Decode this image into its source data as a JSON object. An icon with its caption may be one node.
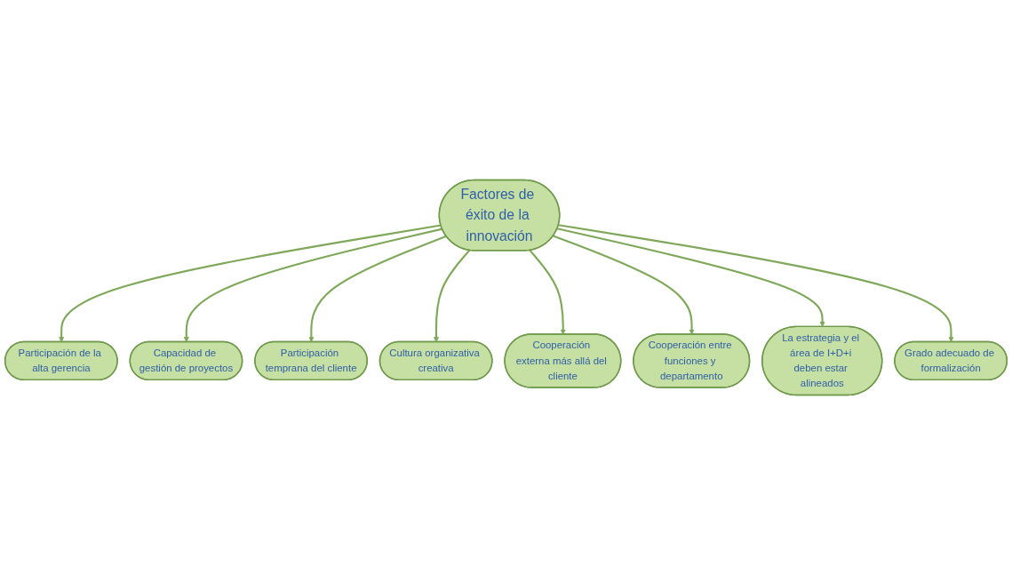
{
  "diagram": {
    "nodes": [
      {
        "text": [
          "Factores de éxito de la innovación"
        ]
      },
      {
        "text": [
          "Participación de la alta gerencia"
        ]
      },
      {
        "text": [
          "Capacidad de gestión de proyectos"
        ]
      },
      {
        "text": [
          "Participación temprana del cliente"
        ]
      },
      {
        "text": [
          "Cultura organizativa creativa"
        ]
      },
      {
        "text": [
          "Cooperación externa más allá del cliente"
        ]
      },
      {
        "text": [
          "Cooperación entre funciones y departamento"
        ]
      },
      {
        "text": [
          "La estrategia y el área de I+D+i deben estar alineados"
        ]
      },
      {
        "text": [
          "Grado adecuado de formalización"
        ]
      }
    ],
    "edges": [
      {
        "from": 0,
        "to": 1,
        "arrow": "to"
      },
      {
        "from": 0,
        "to": 2,
        "arrow": "to"
      },
      {
        "from": 0,
        "to": 3,
        "arrow": "to"
      },
      {
        "from": 0,
        "to": 4,
        "arrow": "to"
      },
      {
        "from": 0,
        "to": 5,
        "arrow": "to"
      },
      {
        "from": 0,
        "to": 6,
        "arrow": "to"
      },
      {
        "from": 0,
        "to": 7,
        "arrow": "to"
      },
      {
        "from": 0,
        "to": 8,
        "arrow": "to"
      }
    ]
  }
}
